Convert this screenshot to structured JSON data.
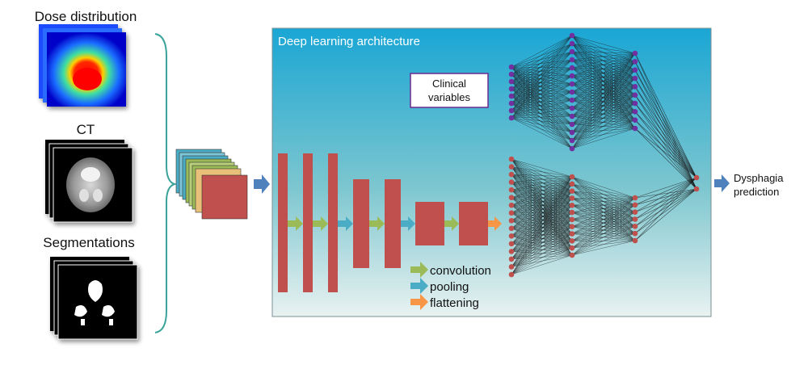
{
  "inputs": {
    "dose_label": "Dose distribution",
    "ct_label": "CT",
    "seg_label": "Segmentations"
  },
  "architecture": {
    "title": "Deep learning architecture",
    "clinical_label_line1": "Clinical",
    "clinical_label_line2": "variables"
  },
  "legend": {
    "convolution": "convolution",
    "pooling": "pooling",
    "flattening": "flattening"
  },
  "output": {
    "line1": "Dysphagia",
    "line2": "prediction"
  },
  "colors": {
    "panel_top": "#1aa6d4",
    "panel_bottom": "#e9f2f1",
    "layer_block": "#c0504d",
    "node_red": "#c0504d",
    "node_purple": "#7030a0",
    "arrow_conv": "#9bbb59",
    "arrow_pool": "#4bacc6",
    "arrow_flat": "#f79646",
    "arrow_blue": "#4f81bd",
    "brace": "#3aa39a"
  }
}
